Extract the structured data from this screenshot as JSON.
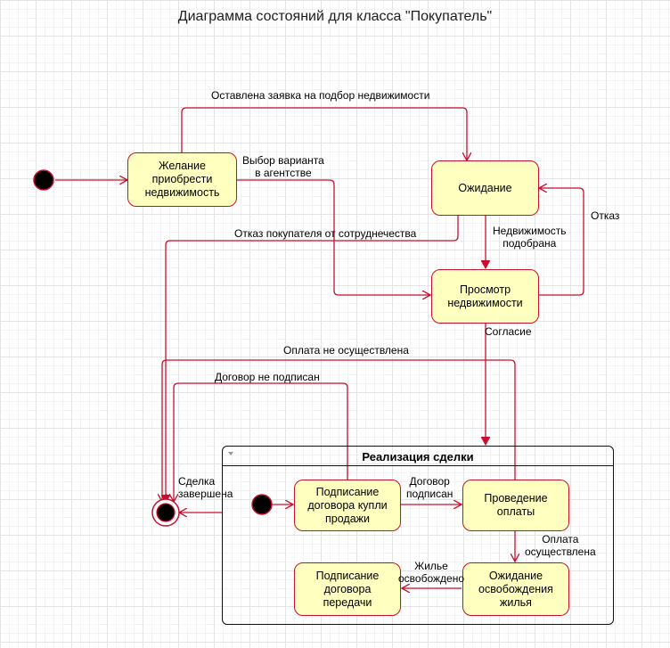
{
  "title": "Диаграмма состояний для класса \"Покупатель\"",
  "colors": {
    "state_fill": "#ffffc0",
    "state_border": "#c8102e",
    "arrow": "#c8102e",
    "composite_border": "#111111",
    "start_fill": "#000000"
  },
  "states": {
    "desire": "Желание\nприобрести\nнедвижимость",
    "waiting": "Ожидание",
    "viewing": "Просмотр\nнедвижимости",
    "contract": "Подписание\nдоговора купли\nпродажи",
    "payment": "Проведение\nоплаты",
    "waiting_release": "Ожидание\nосвобождения\nжилья",
    "transfer": "Подписание\nдоговора\nпередачи"
  },
  "composite": {
    "title": "Реализация сделки"
  },
  "transitions": {
    "request_left": "Оставлена заявка на подбор недвижимости",
    "choice_in_agency": "Выбор варианта\nв агентстве",
    "refusal_cooperation": "Отказ покупателя от сотруднечества",
    "property_found": "Недвижимость\nподобрана",
    "refusal": "Отказ",
    "agreement": "Согласие",
    "payment_not_done": "Оплата не осуществлена",
    "contract_not_signed": "Договор не подписан",
    "deal_completed": "Сделка\nзавершена",
    "contract_signed": "Договор\nподписан",
    "payment_done": "Оплата\nосуществлена",
    "housing_released": "Жилье\nосвобождено"
  }
}
